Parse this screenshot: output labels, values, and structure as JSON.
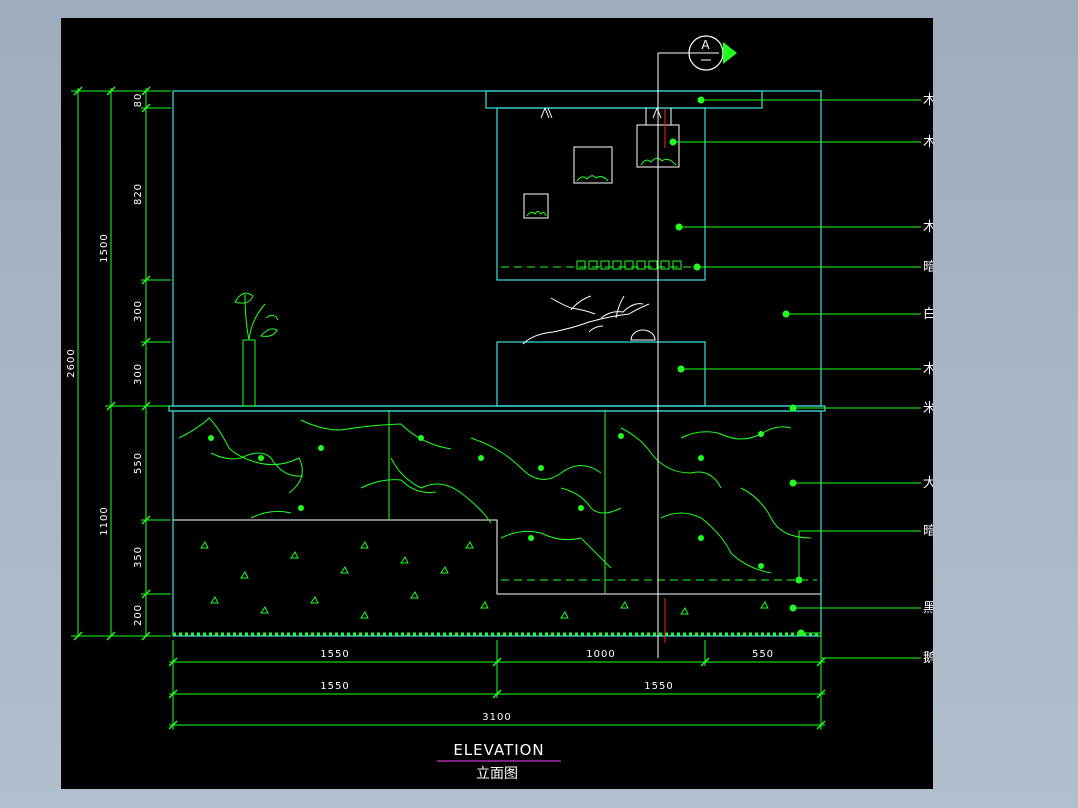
{
  "drawing": {
    "title": "ELEVATION",
    "subtitle": "立面图",
    "section_marker": "A"
  },
  "labels": [
    {
      "id": "l1",
      "text": "木基层白色漆"
    },
    {
      "id": "l2",
      "text": "木基层白色漆"
    },
    {
      "id": "l3",
      "text": "木基层白色漆"
    },
    {
      "id": "l4",
      "text": "暗藏日光灯带"
    },
    {
      "id": "l5",
      "text": "白色乳胶漆"
    },
    {
      "id": "l6",
      "text": "木基层白色漆"
    },
    {
      "id": "l7",
      "text": "米黄石材台面"
    },
    {
      "id": "l8",
      "text": "大花绿石材"
    },
    {
      "id": "l9",
      "text": "暗藏日光灯带"
    },
    {
      "id": "l10",
      "text": "黑金砂石材"
    },
    {
      "id": "l11",
      "text": "鹅卵石"
    }
  ],
  "dimensions": {
    "left_inner": [
      "80",
      "820",
      "300",
      "300",
      "550",
      "350",
      "200"
    ],
    "left_mid": [
      "1500",
      "1100"
    ],
    "left_outer": "2600",
    "bottom_row1": [
      "1550",
      "1000",
      "550"
    ],
    "bottom_row2": [
      "1550",
      "1550"
    ],
    "bottom_total": "3100"
  },
  "colors": {
    "background": "#000000",
    "outline": "#40e0e0",
    "leader": "#00ff40",
    "text": "#ffffff",
    "marble_pattern": "#20ff20",
    "section_line": "#ff2020",
    "title_underline": "#ff40ff"
  }
}
